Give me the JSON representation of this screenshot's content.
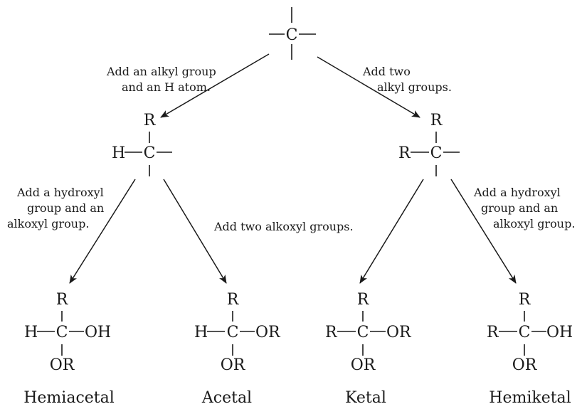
{
  "center_atom": "C",
  "substituents": {
    "R": "R",
    "H": "H",
    "OH": "OH",
    "OR": "OR"
  },
  "annotations": {
    "alkyl_and_h_line1": "Add an alkyl group",
    "alkyl_and_h_line2": "and an H atom.",
    "two_alkyl_line1": "Add two",
    "two_alkyl_line2": "alkyl groups.",
    "hydroxyl_alkoxyl_left_line1": "Add a hydroxyl",
    "hydroxyl_alkoxyl_left_line2": "group and an",
    "hydroxyl_alkoxyl_left_line3": "alkoxyl group.",
    "two_alkoxyl": "Add two alkoxyl groups.",
    "hydroxyl_alkoxyl_right_line1": "Add a hydroxyl",
    "hydroxyl_alkoxyl_right_line2": "group and an",
    "hydroxyl_alkoxyl_right_line3": "alkoxyl group."
  },
  "products": {
    "hemiacetal": "Hemiacetal",
    "acetal": "Acetal",
    "ketal": "Ketal",
    "hemiketal": "Hemiketal"
  }
}
